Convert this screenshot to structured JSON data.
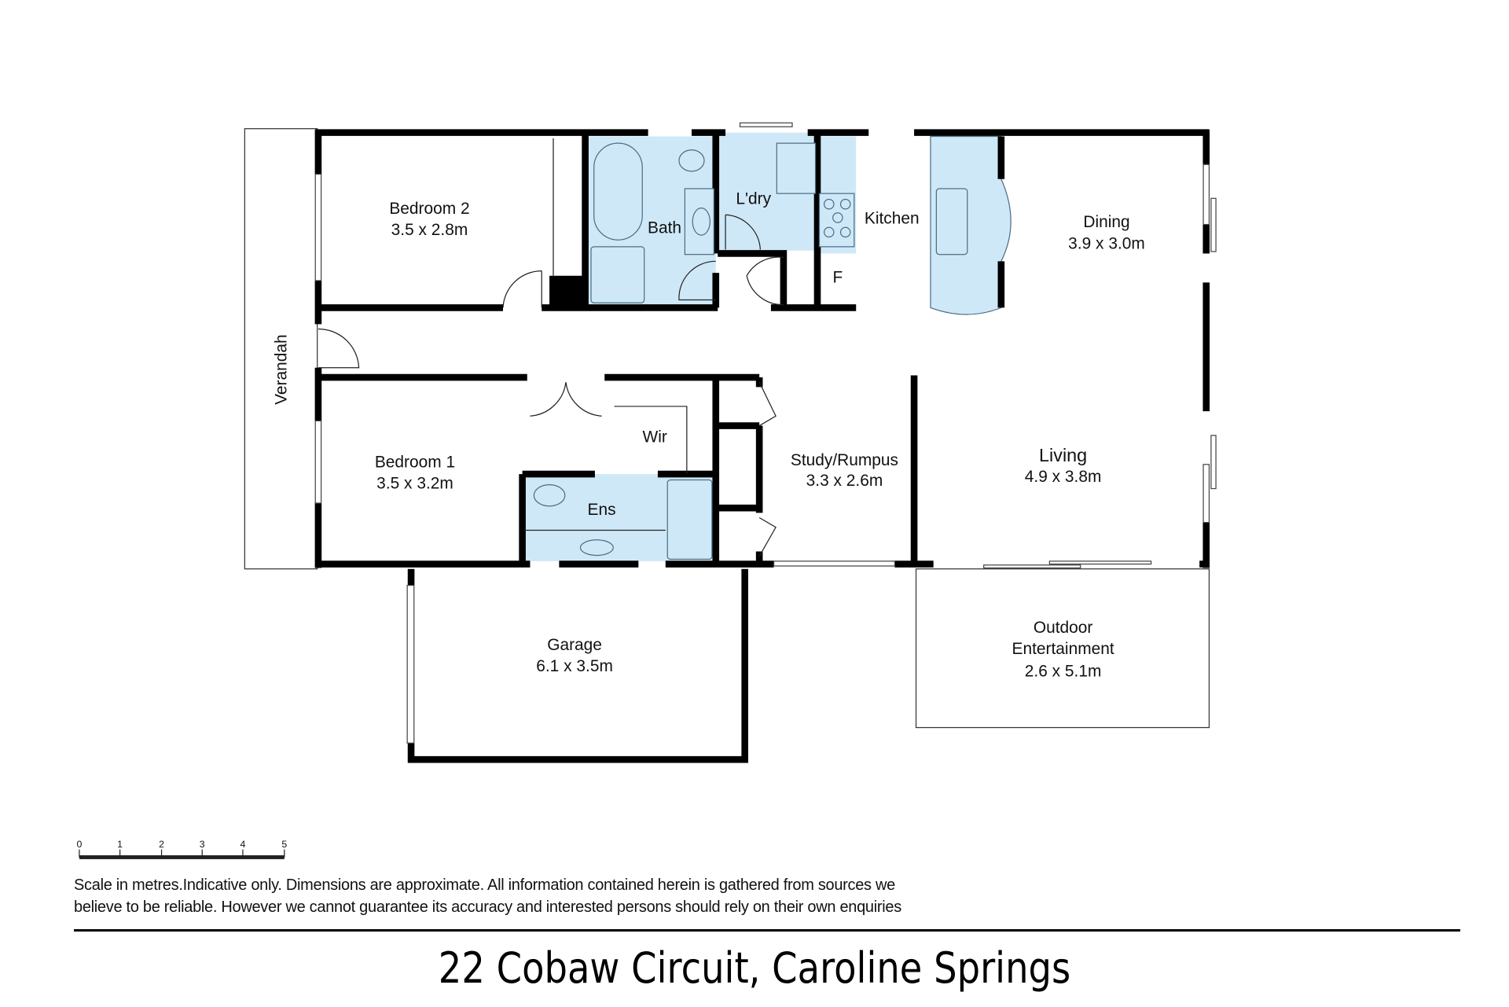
{
  "rooms": {
    "bedroom2": {
      "name": "Bedroom 2",
      "dims": "3.5 x 2.8m"
    },
    "bath": {
      "name": "Bath"
    },
    "laundry": {
      "name": "L'dry"
    },
    "kitchen": {
      "name": "Kitchen"
    },
    "fridge": {
      "name": "F"
    },
    "dining": {
      "name": "Dining",
      "dims": "3.9 x 3.0m"
    },
    "verandah": {
      "name": "Verandah"
    },
    "bedroom1": {
      "name": "Bedroom 1",
      "dims": "3.5 x 3.2m"
    },
    "wir": {
      "name": "Wir"
    },
    "ensuite": {
      "name": "Ens"
    },
    "study": {
      "name": "Study/Rumpus",
      "dims": "3.3 x 2.6m"
    },
    "living": {
      "name": "Living",
      "dims": "4.9 x 3.8m"
    },
    "garage": {
      "name": "Garage",
      "dims": "6.1 x 3.5m"
    },
    "outdoor": {
      "name_line1": "Outdoor",
      "name_line2": "Entertainment",
      "dims": "2.6 x 5.1m"
    }
  },
  "scale_bar": {
    "ticks": [
      "0",
      "1",
      "2",
      "3",
      "4",
      "5"
    ],
    "unit": "metres"
  },
  "disclaimer": {
    "line1": "Scale in metres.Indicative only. Dimensions are approximate. All information contained herein is gathered from sources we",
    "line2": "believe to be reliable. However we cannot guarantee its accuracy and interested persons should rely on their own enquiries"
  },
  "title": "22 Cobaw Circuit, Caroline Springs",
  "colors": {
    "wet_area": "#cfe8f7",
    "wall": "#000000"
  }
}
